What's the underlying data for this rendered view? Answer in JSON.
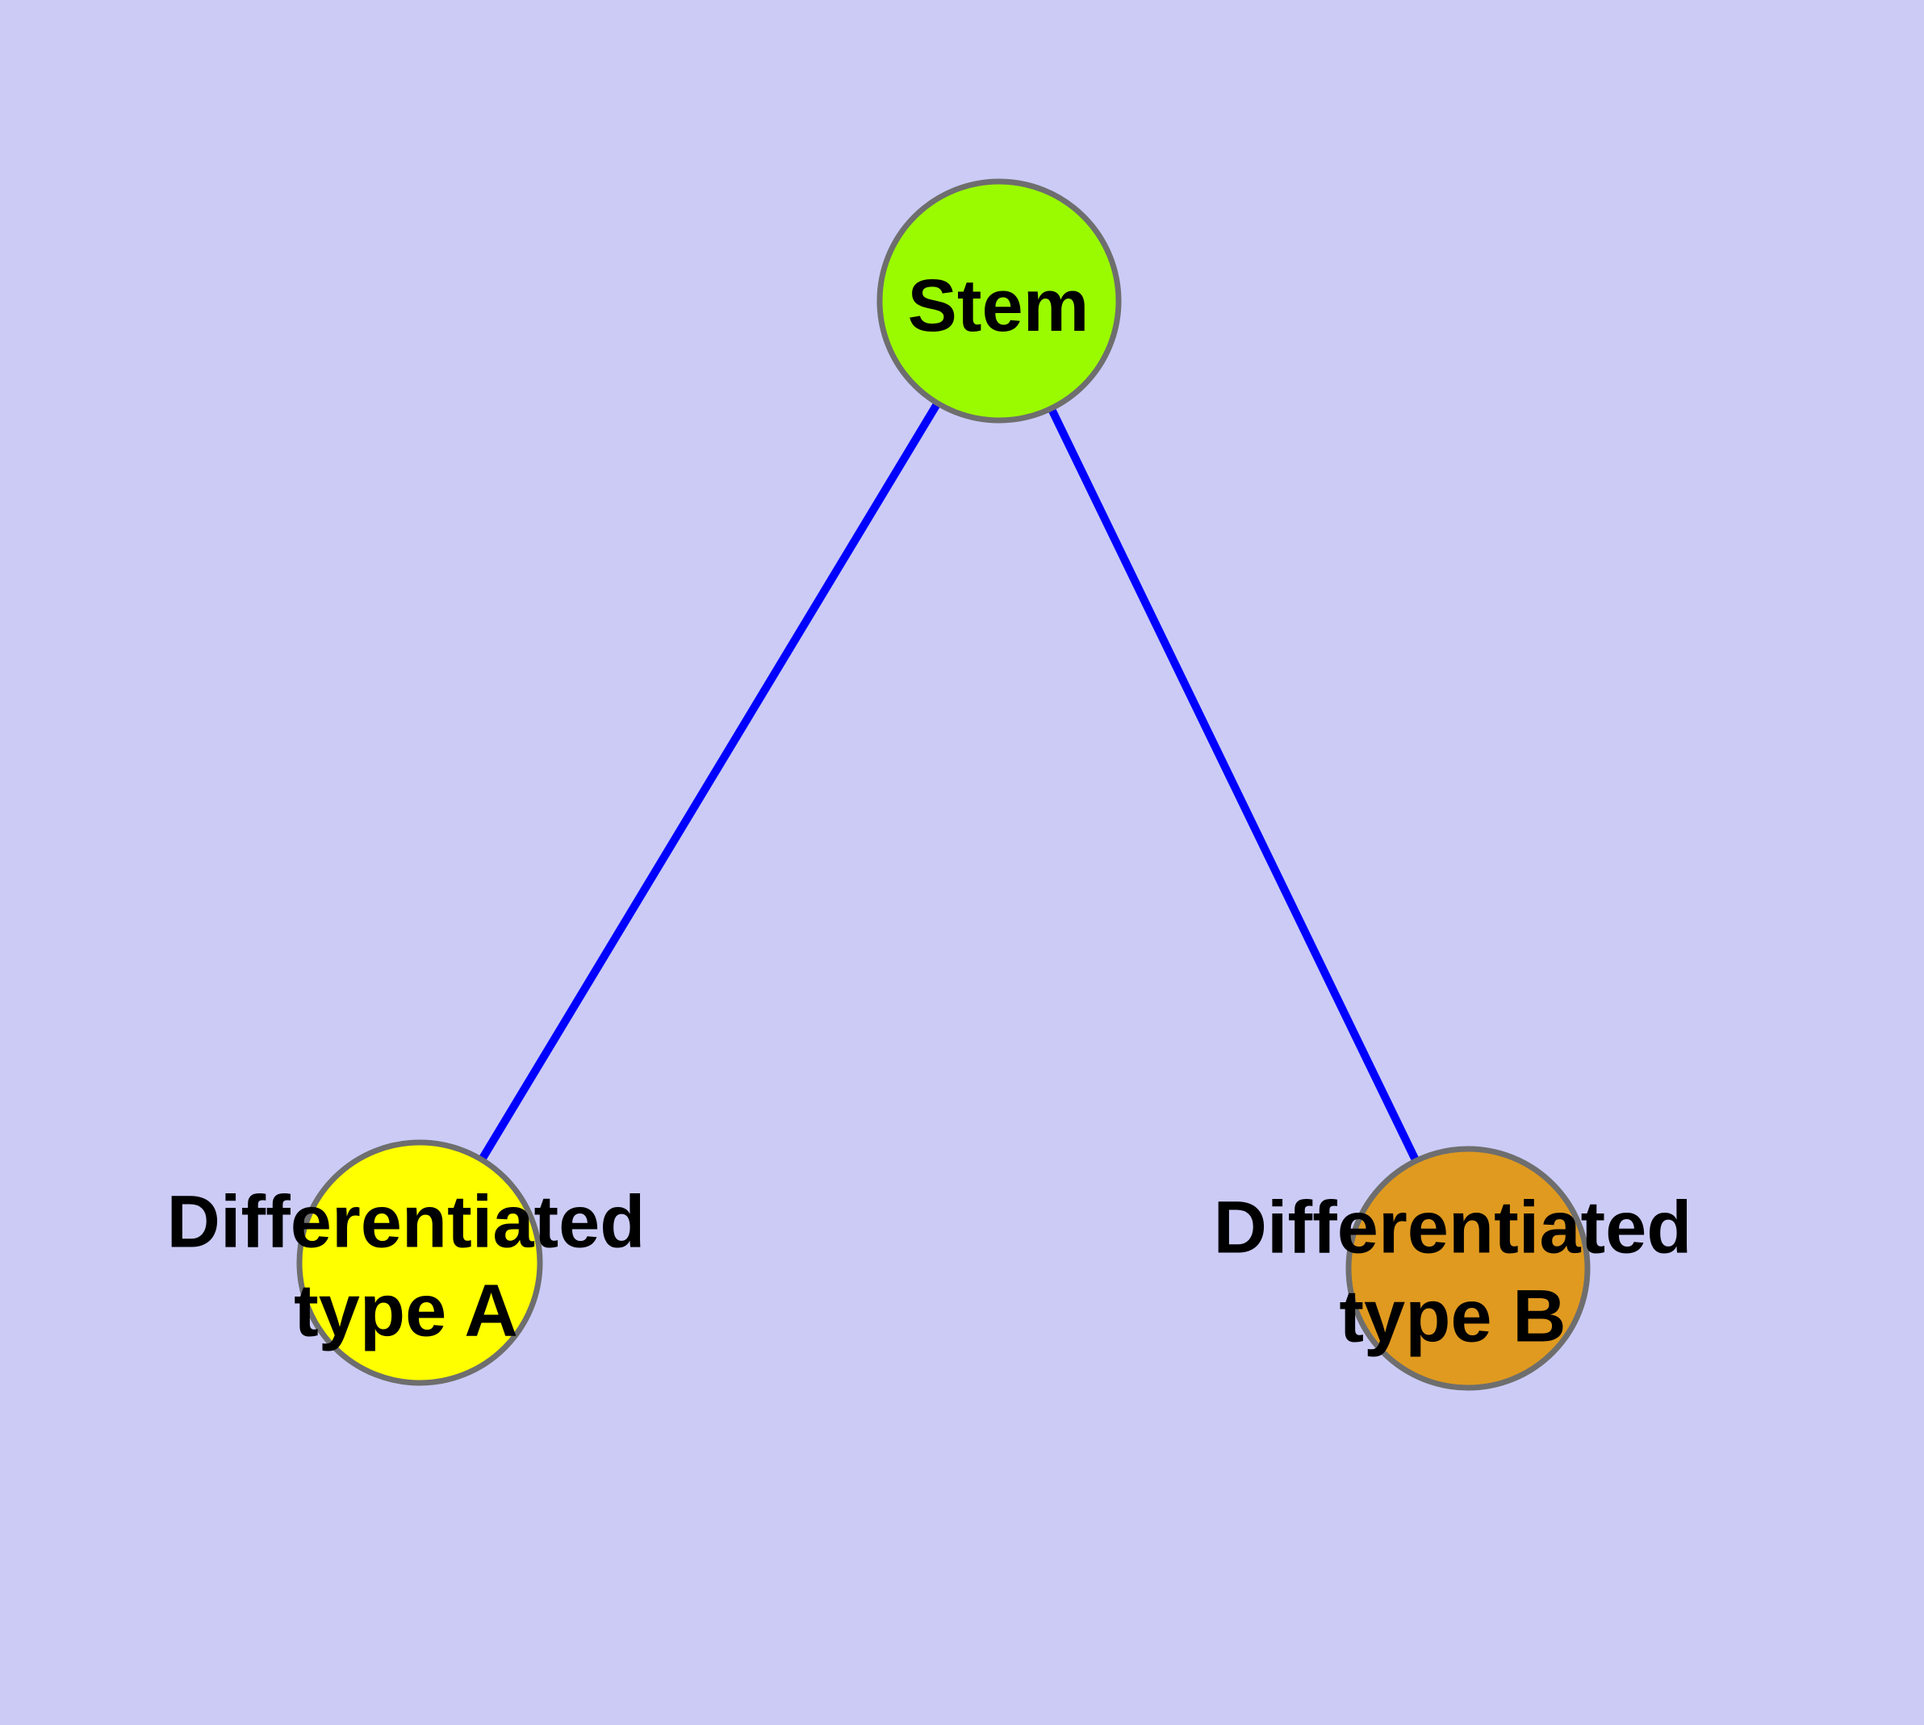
{
  "diagram": {
    "type": "graph",
    "description": "Cell differentiation graph: one stem node connected to two differentiated cell type nodes",
    "background_color": "#CBCBF6",
    "edge_color": "#0000FF",
    "node_border_color": "#6E6E6E",
    "label_color": "#000000",
    "nodes": [
      {
        "id": "stem",
        "label": "Stem",
        "fill": "#9AFB00"
      },
      {
        "id": "type-a",
        "label": "Differentiated\ntype A",
        "fill": "#FFFF00"
      },
      {
        "id": "type-b",
        "label": "Differentiated\ntype B",
        "fill": "#E09A1F"
      }
    ],
    "edges": [
      {
        "from": "Stem",
        "to": "Differentiated type A"
      },
      {
        "from": "Stem",
        "to": "Differentiated type B"
      }
    ]
  }
}
